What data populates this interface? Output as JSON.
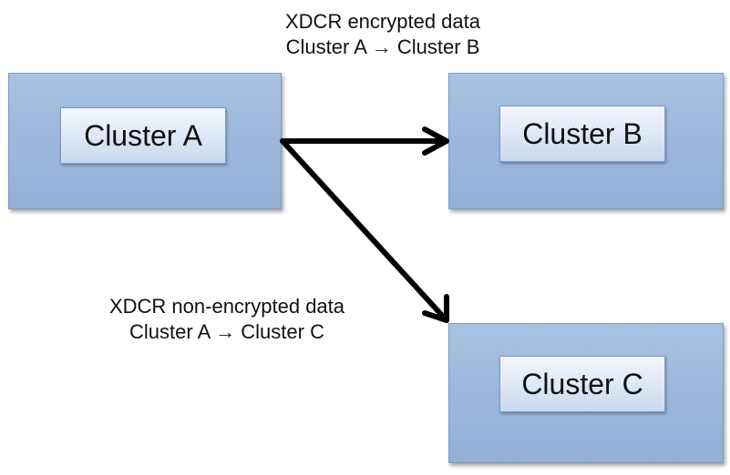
{
  "clusters": {
    "a": {
      "label": "Cluster A"
    },
    "b": {
      "label": "Cluster B"
    },
    "c": {
      "label": "Cluster C"
    }
  },
  "captions": {
    "encrypted": {
      "line1": "XDCR  encrypted data",
      "line2": "Cluster A → Cluster B"
    },
    "non_encrypted": {
      "line1": "XDCR non-encrypted data",
      "line2": "Cluster A → Cluster C"
    }
  },
  "colors": {
    "outer_box": "#9db8dc",
    "inner_box": "#dce7f5",
    "arrow": "#000000"
  }
}
